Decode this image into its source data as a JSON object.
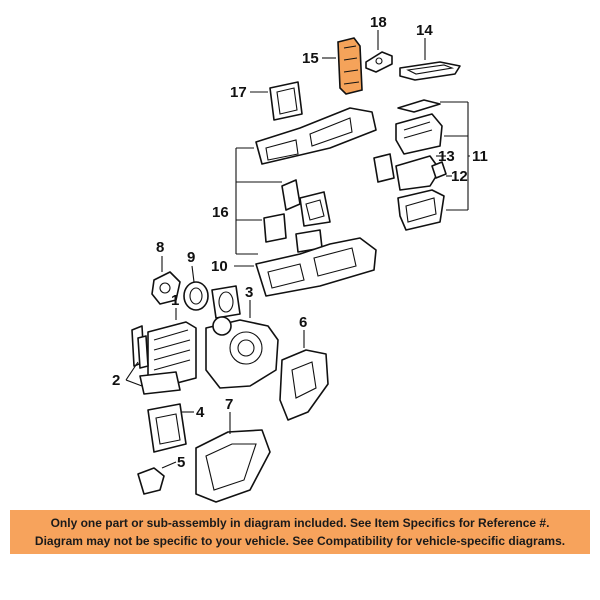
{
  "diagram": {
    "callouts": [
      {
        "id": "1",
        "label": "1"
      },
      {
        "id": "2",
        "label": "2"
      },
      {
        "id": "3",
        "label": "3"
      },
      {
        "id": "4",
        "label": "4"
      },
      {
        "id": "5",
        "label": "5"
      },
      {
        "id": "6",
        "label": "6"
      },
      {
        "id": "7",
        "label": "7"
      },
      {
        "id": "8",
        "label": "8"
      },
      {
        "id": "9",
        "label": "9"
      },
      {
        "id": "10",
        "label": "10"
      },
      {
        "id": "11",
        "label": "11"
      },
      {
        "id": "12",
        "label": "12"
      },
      {
        "id": "13",
        "label": "13"
      },
      {
        "id": "14",
        "label": "14"
      },
      {
        "id": "15",
        "label": "15"
      },
      {
        "id": "16",
        "label": "16"
      },
      {
        "id": "17",
        "label": "17"
      },
      {
        "id": "18",
        "label": "18"
      }
    ],
    "highlighted_part": "15",
    "highlight_color": "#f5a35a"
  },
  "disclaimer": {
    "line1": "Only one part or sub-assembly in diagram included. See Item Specifics for Reference #.",
    "line2": "Diagram may not be specific to your vehicle. See Compatibility for vehicle-specific diagrams.",
    "background": "#f7a35c"
  }
}
